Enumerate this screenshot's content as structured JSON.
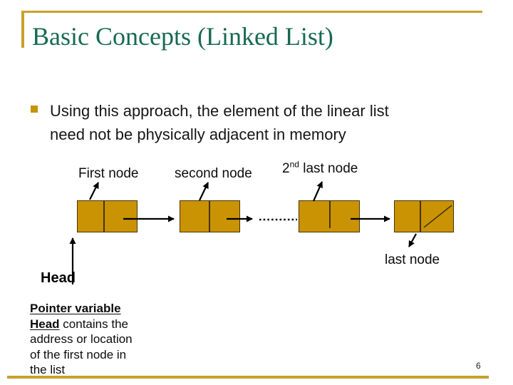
{
  "title": "Basic Concepts (Linked List)",
  "page_number": "6",
  "bullet": {
    "lines": [
      "Using this approach, the element of the linear list",
      "need not be physically adjacent in memory"
    ]
  },
  "diagram": {
    "first_node": "First node",
    "second_node": "second node",
    "second_last": {
      "prefix": "2",
      "sup": "nd",
      "rest": " last node"
    },
    "last_node": "last node",
    "head": "Head",
    "node_count": 4,
    "null_pointer_style": "diagonal-slash-in-last-node"
  },
  "note": {
    "l1": "Pointer variable",
    "l2a": "Head",
    "l2b": " contains the",
    "l3": "address or location",
    "l4": "of the first node in",
    "l5": "the list"
  },
  "icons": {
    "bullet": "square-bullet-icon"
  },
  "colors": {
    "accent_gold": "#C7A12C",
    "bullet_gold": "#C49507",
    "node_fill": "#CA9303",
    "node_border": "#463305",
    "title_green": "#166A50",
    "text": "#0c0c0c"
  }
}
